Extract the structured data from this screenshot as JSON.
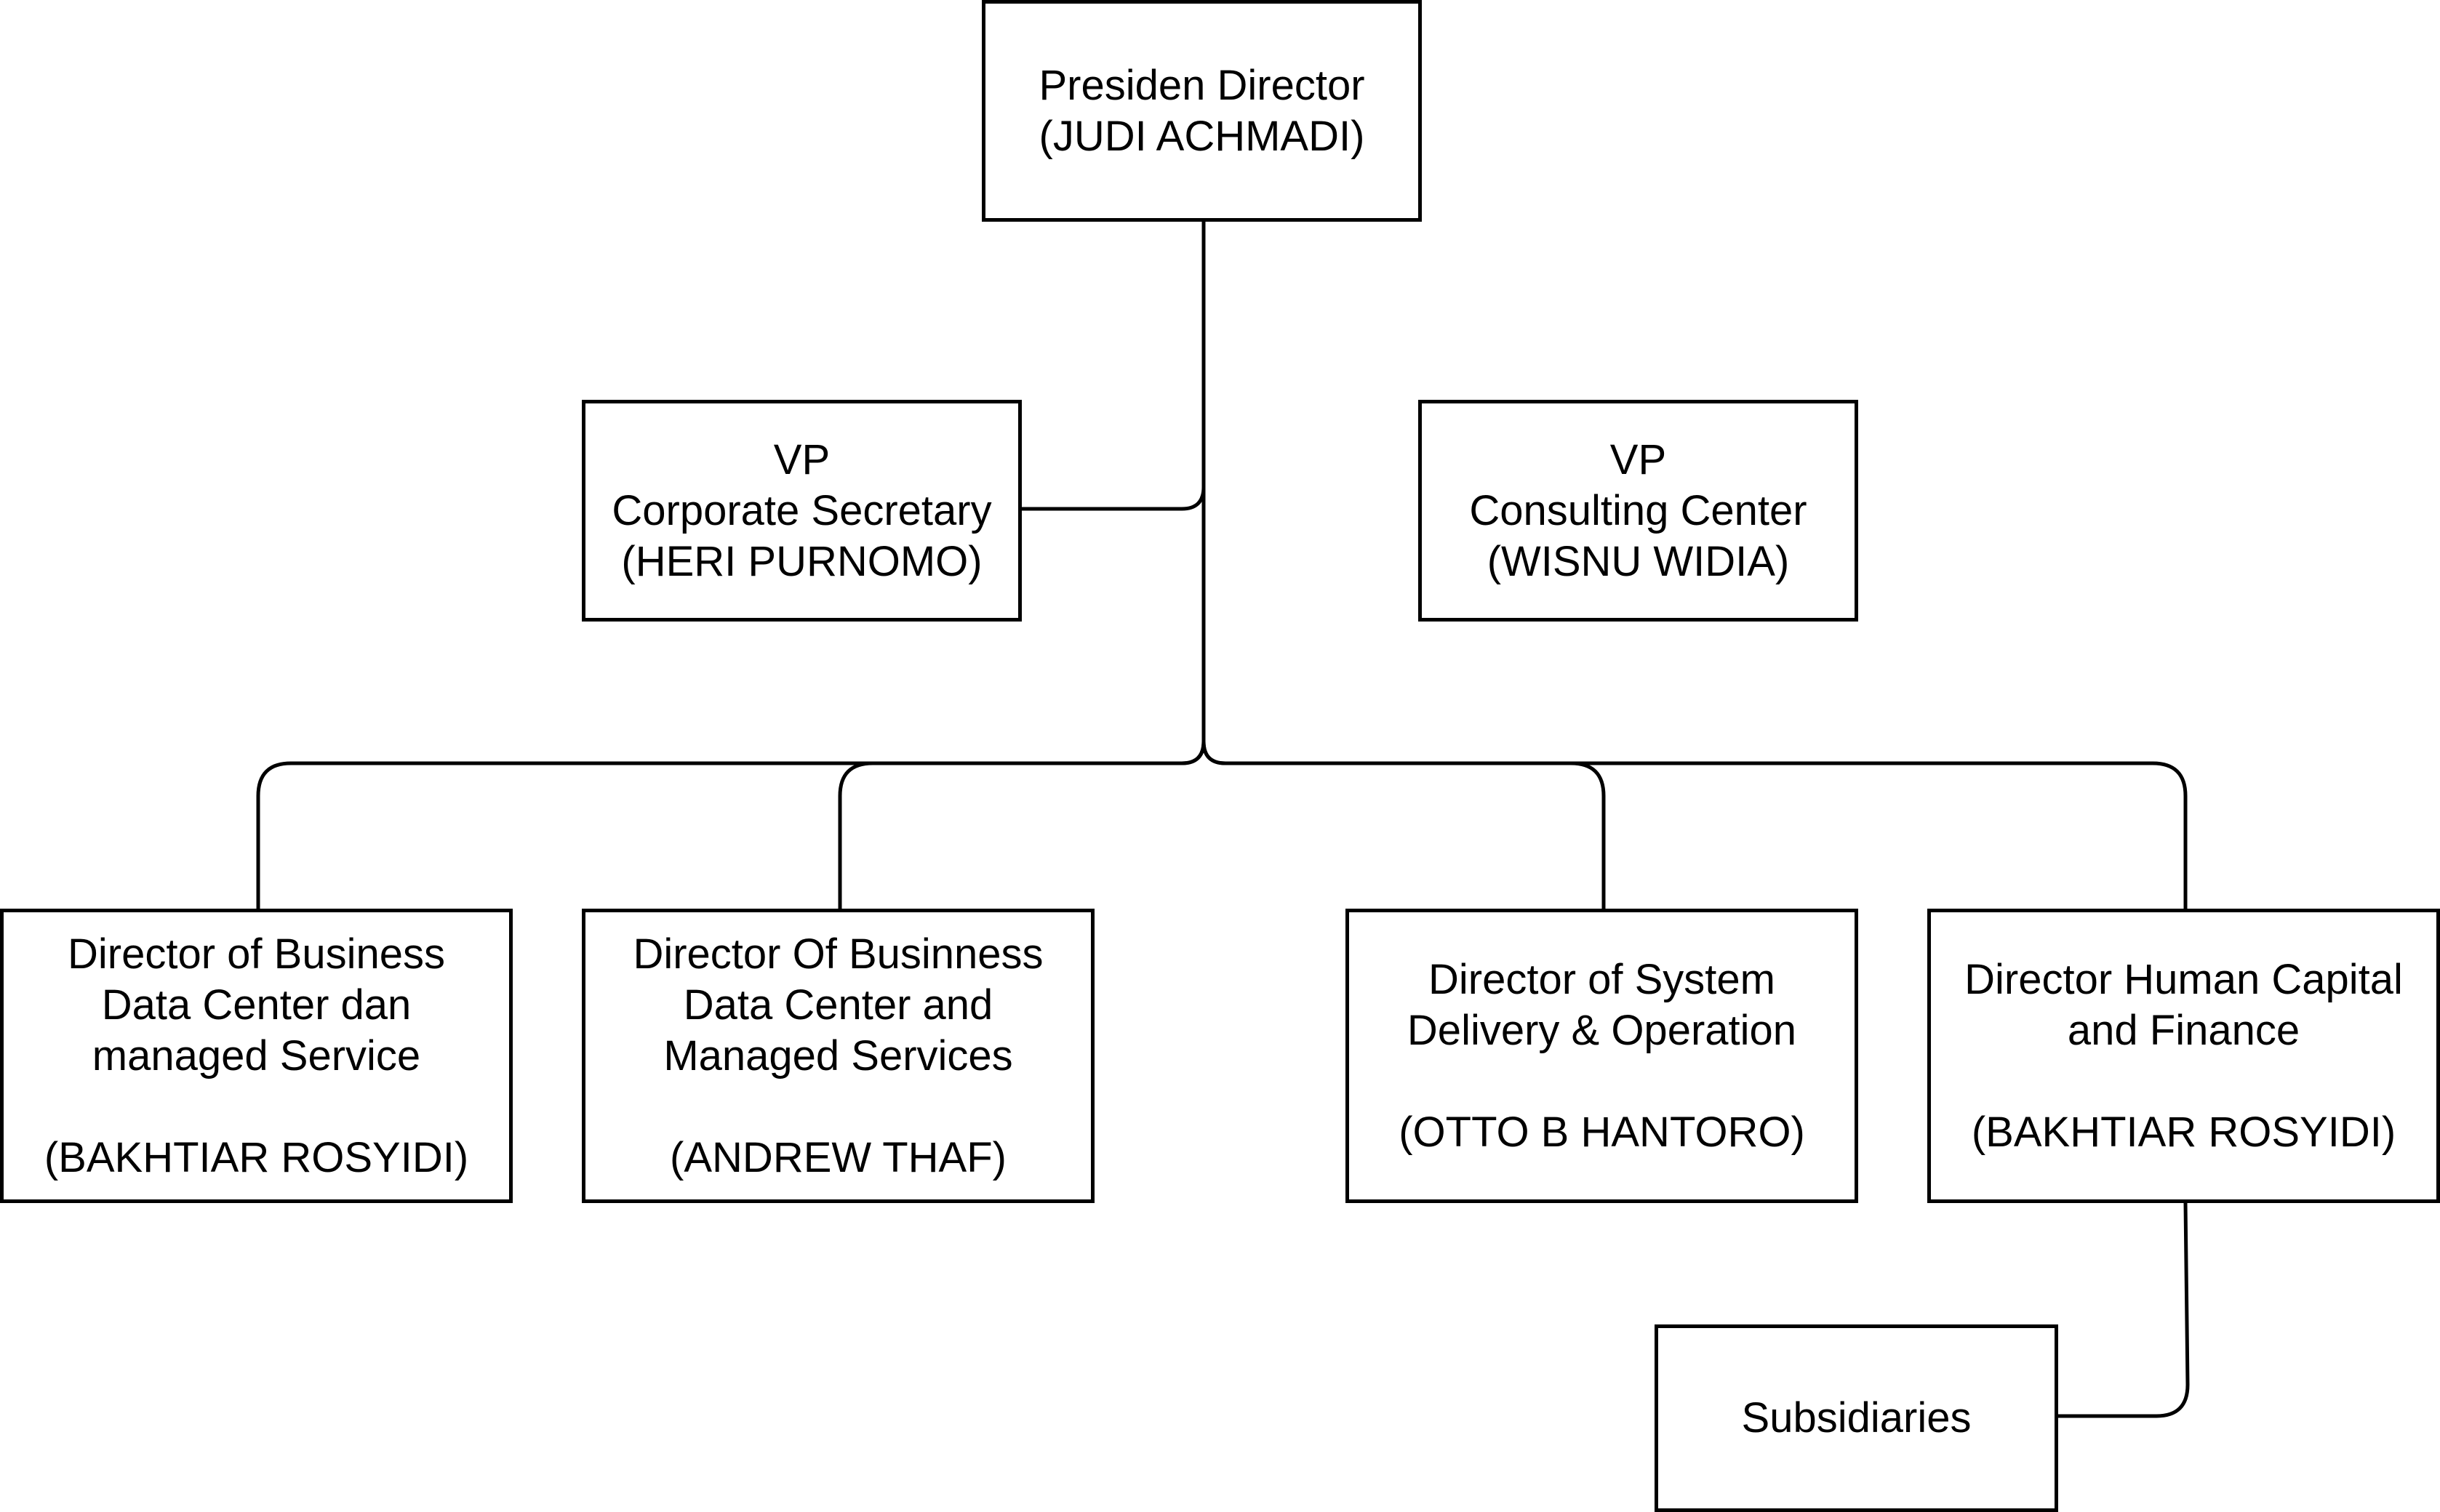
{
  "diagram": {
    "nodes": [
      {
        "id": "president",
        "text": "Presiden Director\n(JUDI ACHMADI)"
      },
      {
        "id": "vp-corpsec",
        "text": "VP\nCorporate Secretary\n(HERI PURNOMO)"
      },
      {
        "id": "vp-consult",
        "text": "VP\nConsulting Center\n(WISNU WIDIA)"
      },
      {
        "id": "dir-1",
        "text": "Director of Business\nData Center dan\nmanaged Service\n\n(BAKHTIAR ROSYIDI)"
      },
      {
        "id": "dir-2",
        "text": "Director Of Businness\nData Center and\nManaged Services\n\n(ANDREW THAF)"
      },
      {
        "id": "dir-3",
        "text": "Director of System\nDelivery & Operation\n\n(OTTO B HANTORO)"
      },
      {
        "id": "dir-4",
        "text": "Director Human Capital\nand Finance\n\n(BAKHTIAR ROSYIDI)"
      },
      {
        "id": "subsid",
        "text": "Subsidiaries"
      }
    ],
    "edges": [
      {
        "from": "president",
        "to": "vp-corpsec"
      },
      {
        "from": "president",
        "to": "dir-1"
      },
      {
        "from": "president",
        "to": "dir-2"
      },
      {
        "from": "president",
        "to": "dir-3"
      },
      {
        "from": "president",
        "to": "dir-4"
      },
      {
        "from": "dir-4",
        "to": "subsid"
      }
    ],
    "colors": {
      "stroke": "#000000",
      "fill": "#ffffff",
      "text": "#000000"
    }
  }
}
